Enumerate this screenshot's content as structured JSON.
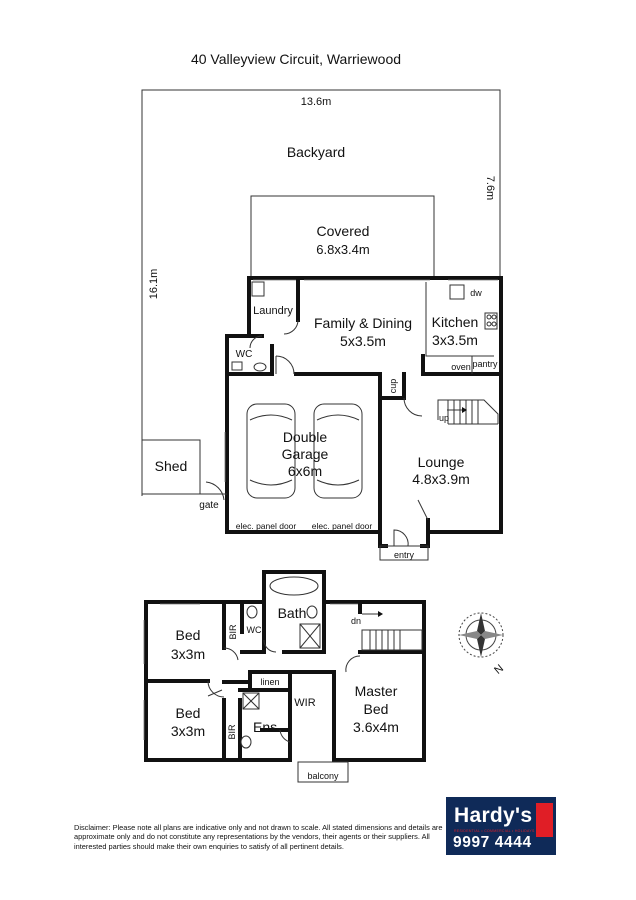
{
  "title": "40 Valleyview Circuit, Warriewood",
  "dimensions": {
    "width": "13.6m",
    "depth_right": "7.6m",
    "depth_left": "16.1m"
  },
  "ground_floor": {
    "backyard": "Backyard",
    "covered": {
      "name": "Covered",
      "size": "6.8x3.4m"
    },
    "laundry": "Laundry",
    "wc": "WC",
    "family": {
      "name": "Family & Dining",
      "size": "5x3.5m"
    },
    "kitchen": {
      "name": "Kitchen",
      "size": "3x3.5m"
    },
    "dw": "dw",
    "oven": "oven",
    "pantry": "pantry",
    "cup": "cup",
    "up": "up",
    "garage": {
      "line1": "Double",
      "line2": "Garage",
      "size": "6x6m"
    },
    "lounge": {
      "name": "Lounge",
      "size": "4.8x3.9m"
    },
    "shed": "Shed",
    "gate": "gate",
    "elec_panel_door_1": "elec. panel door",
    "elec_panel_door_2": "elec. panel door",
    "entry": "entry"
  },
  "first_floor": {
    "bath": "Bath",
    "wc": "WC",
    "bir1": "BIR",
    "bir2": "BIR",
    "dn": "dn",
    "bed1": {
      "name": "Bed",
      "size": "3x3m"
    },
    "bed2": {
      "name": "Bed",
      "size": "3x3m"
    },
    "linen": "linen",
    "wir": "WIR",
    "ens": "Ens.",
    "master": {
      "name": "Master",
      "line2": "Bed",
      "size": "3.6x4m"
    },
    "balcony": "balcony"
  },
  "compass": {
    "label": "N",
    "icon": "compass-icon"
  },
  "disclaimer": "Disclaimer: Please note all plans are indicative only and not drawn to scale. All stated dimensions and details are approximate only and do not constitute any representations by the vendors, their agents or their suppliers. All interested parties should make their own enquiries to satisfy of all pertinent details.",
  "agency": {
    "name": "Hardy's",
    "tagline": "RESIDENTIAL • COMMERCIAL • HOLIDAYS",
    "phone": "9997 4444",
    "colors": {
      "navy": "#0f2a58",
      "red": "#e01e26"
    }
  }
}
